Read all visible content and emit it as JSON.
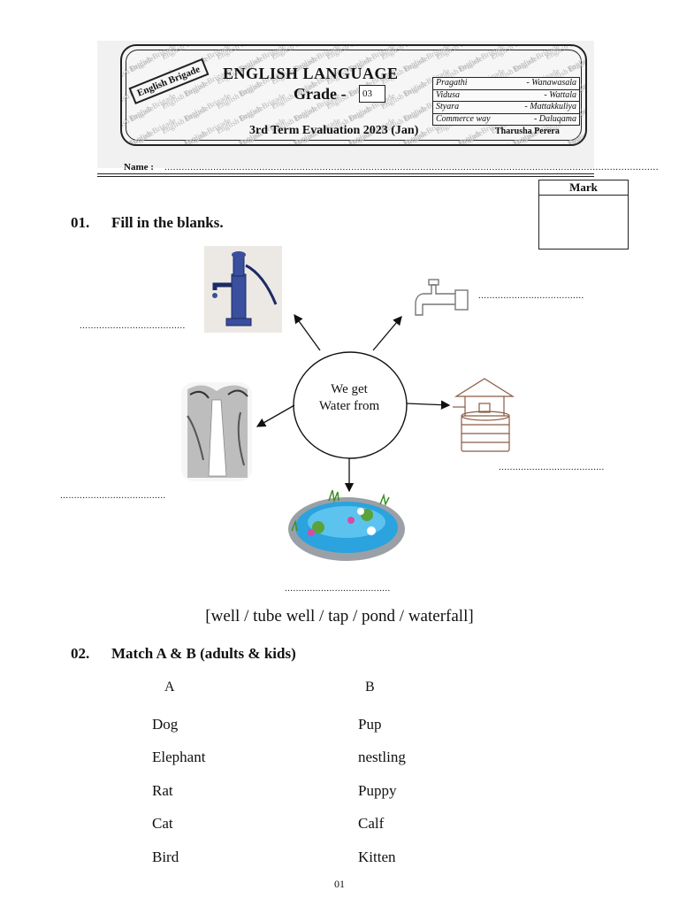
{
  "header": {
    "brand_stamp": "English Brigade",
    "watermark": "English Brigade",
    "title": "ENGLISH LANGUAGE",
    "grade_label": "Grade - ",
    "grade_value": "03",
    "term": "3rd Term Evaluation 2023 (Jan)",
    "author": "Tharusha Perera",
    "centres": [
      {
        "name": "Pragathi",
        "place": "- Wanawasala"
      },
      {
        "name": "Vidusa",
        "place": "- Wattala"
      },
      {
        "name": "Styara",
        "place": "- Mattakkuliya"
      },
      {
        "name": "Commerce way",
        "place": "- Daluqama"
      }
    ]
  },
  "name_field": {
    "label": "Name :",
    "dots": "............................................................................................................................................................................"
  },
  "mark_box": {
    "label": "Mark"
  },
  "q1": {
    "number": "01.",
    "instruction": "Fill in the blanks.",
    "center_text_line1": "We get",
    "center_text_line2": "Water from",
    "blank": "......................................",
    "options": "[well / tube well / tap / pond / waterfall]"
  },
  "q2": {
    "number": "02.",
    "instruction": "Match A & B (adults & kids)",
    "column_a": "A",
    "column_b": "B",
    "rows": [
      {
        "a": "Dog",
        "b": "Pup"
      },
      {
        "a": "Elephant",
        "b": "nestling"
      },
      {
        "a": "Rat",
        "b": "Puppy"
      },
      {
        "a": "Cat",
        "b": "Calf"
      },
      {
        "a": "Bird",
        "b": "Kitten"
      }
    ]
  },
  "footer": {
    "page_number": "01"
  }
}
